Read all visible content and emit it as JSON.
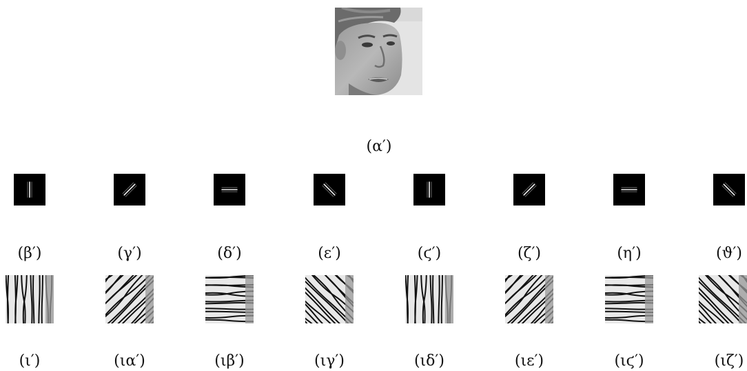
{
  "main_caption": "(α′)",
  "kernel_captions": [
    "(β′)",
    "(γ′)",
    "(δ′)",
    "(ε′)",
    "(ϛ′)",
    "(ζ′)",
    "(η′)",
    "(ϑ′)"
  ],
  "response_captions": [
    "(ι′)",
    "(ια′)",
    "(ιβ′)",
    "(ιγ′)",
    "(ιδ′)",
    "(ιε′)",
    "(ιϛ′)",
    "(ιζ′)"
  ],
  "kernel_orientations_deg": [
    0,
    45,
    90,
    135,
    0,
    45,
    90,
    135
  ],
  "colors": {
    "background": "#ffffff",
    "kernel_bg": "#000000",
    "face_bg": "#e6e6e6"
  }
}
